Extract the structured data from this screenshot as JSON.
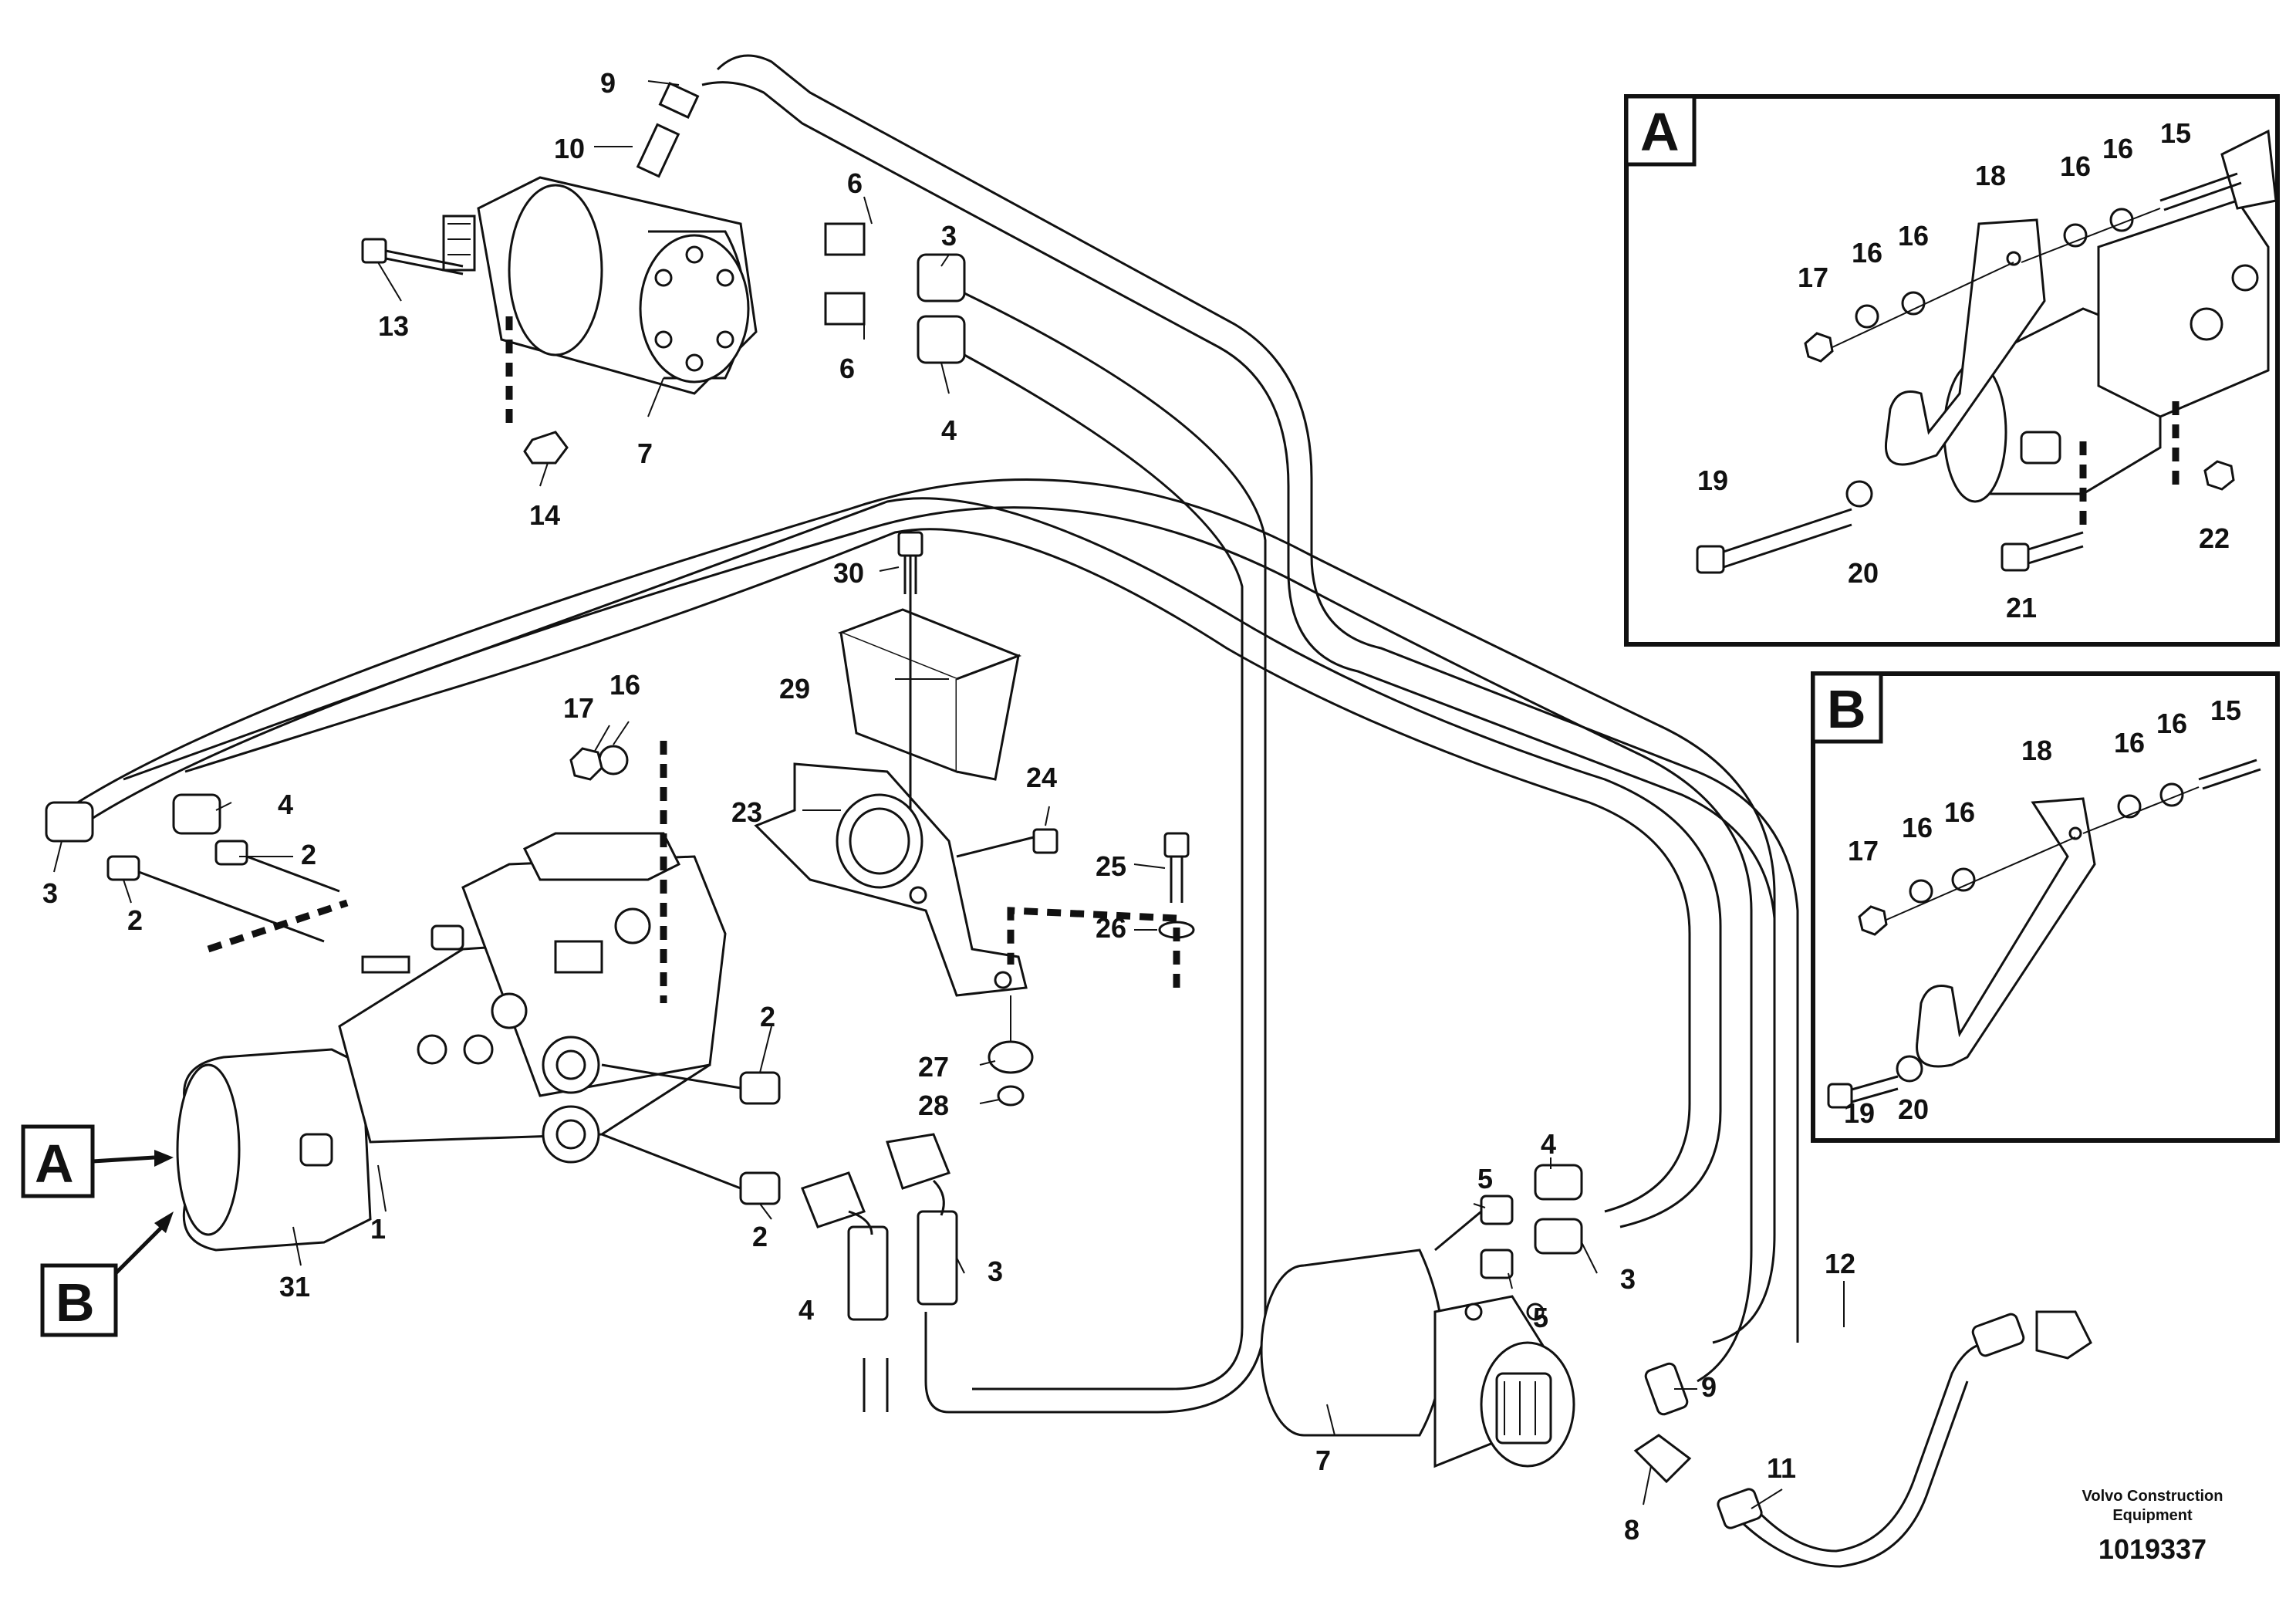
{
  "callouts": {
    "p1": "1",
    "p2a": "2",
    "p2b": "2",
    "p2c": "2",
    "p2d": "2",
    "p3a": "3",
    "p3b": "3",
    "p3c": "3",
    "p3d": "3",
    "p4a": "4",
    "p4b": "4",
    "p4c": "4",
    "p4d": "4",
    "p5a": "5",
    "p5b": "5",
    "p6a": "6",
    "p6b": "6",
    "p7a": "7",
    "p7b": "7",
    "p8": "8",
    "p9a": "9",
    "p9b": "9",
    "p10": "10",
    "p11": "11",
    "p12": "12",
    "p13": "13",
    "p14": "14",
    "p16a": "16",
    "p17a": "17",
    "p23": "23",
    "p24": "24",
    "p25": "25",
    "p26": "26",
    "p27": "27",
    "p28": "28",
    "p29": "29",
    "p30": "30",
    "p31": "31"
  },
  "inset_a": {
    "letter": "A",
    "labels": {
      "c15": "15",
      "c16a": "16",
      "c16b": "16",
      "c16c": "16",
      "c16d": "16",
      "c17": "17",
      "c18": "18",
      "c19": "19",
      "c20": "20",
      "c21": "21",
      "c22": "22"
    }
  },
  "inset_b": {
    "letter": "B",
    "labels": {
      "c15": "15",
      "c16a": "16",
      "c16b": "16",
      "c16c": "16",
      "c16d": "16",
      "c17": "17",
      "c18": "18",
      "c19": "19",
      "c20": "20"
    }
  },
  "view_markers": {
    "a": "A",
    "b": "B"
  },
  "footer": {
    "company_line1": "Volvo Construction",
    "company_line2": "Equipment",
    "ref_number": "1019337"
  }
}
